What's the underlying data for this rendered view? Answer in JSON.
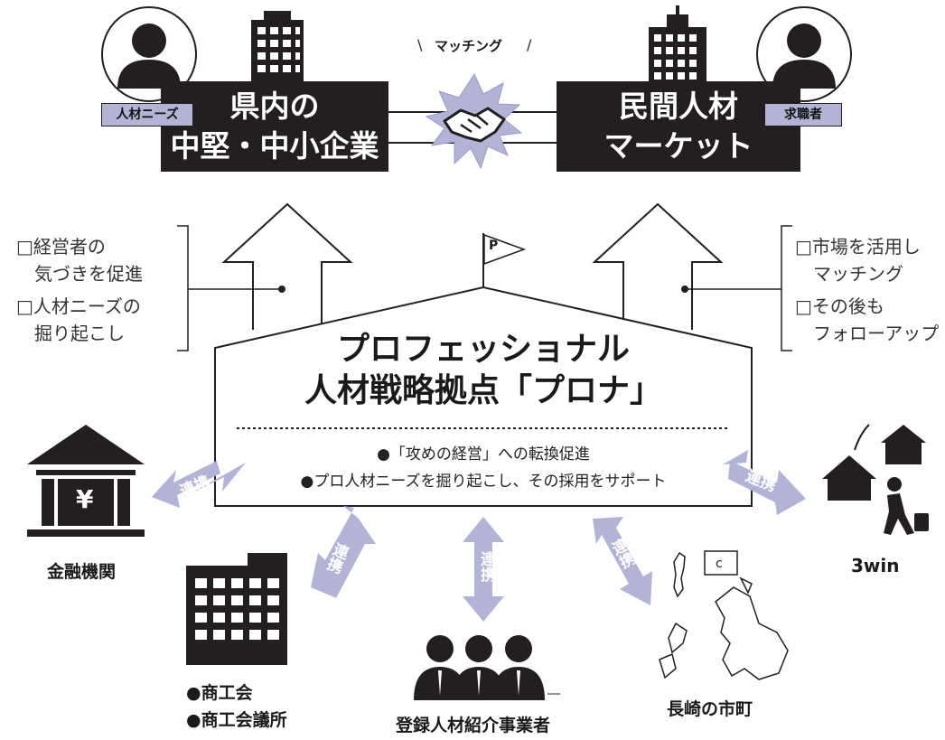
{
  "top_left": {
    "line1": "県内の",
    "line2": "中堅・中小企業",
    "tag": "人材ニーズ"
  },
  "top_right": {
    "line1": "民間人材",
    "line2": "マーケット",
    "tag": "求職者"
  },
  "matching": "マッチング",
  "left_notes": [
    "□経営者の",
    "　気づきを促進",
    "□人材ニーズの",
    "　掘り起こし"
  ],
  "right_notes": [
    "□市場を活用し",
    "　マッチング",
    "□その後も",
    "　フォローアップ"
  ],
  "flag": "P",
  "center": {
    "title1": "プロフェッショナル",
    "title2": "人材戦略拠点「プロナ」",
    "bullet1": "●「攻めの経営」への転換促進",
    "bullet2": "●プロ人材ニーズを掘り起こし、その採用をサポート"
  },
  "arrows": {
    "left": "連携",
    "right": "連携",
    "bottom_left": "連携",
    "bottom_center": "連携",
    "bottom_right": "連携"
  },
  "bank": {
    "symbol": "¥",
    "label": "金融機関"
  },
  "chamber": {
    "line1": "●商工会",
    "line2": "●商工会議所"
  },
  "agencies": {
    "label": "登録人材紹介事業者"
  },
  "municipal": {
    "label": "長崎の市町"
  },
  "threewin": {
    "label": "3win"
  }
}
